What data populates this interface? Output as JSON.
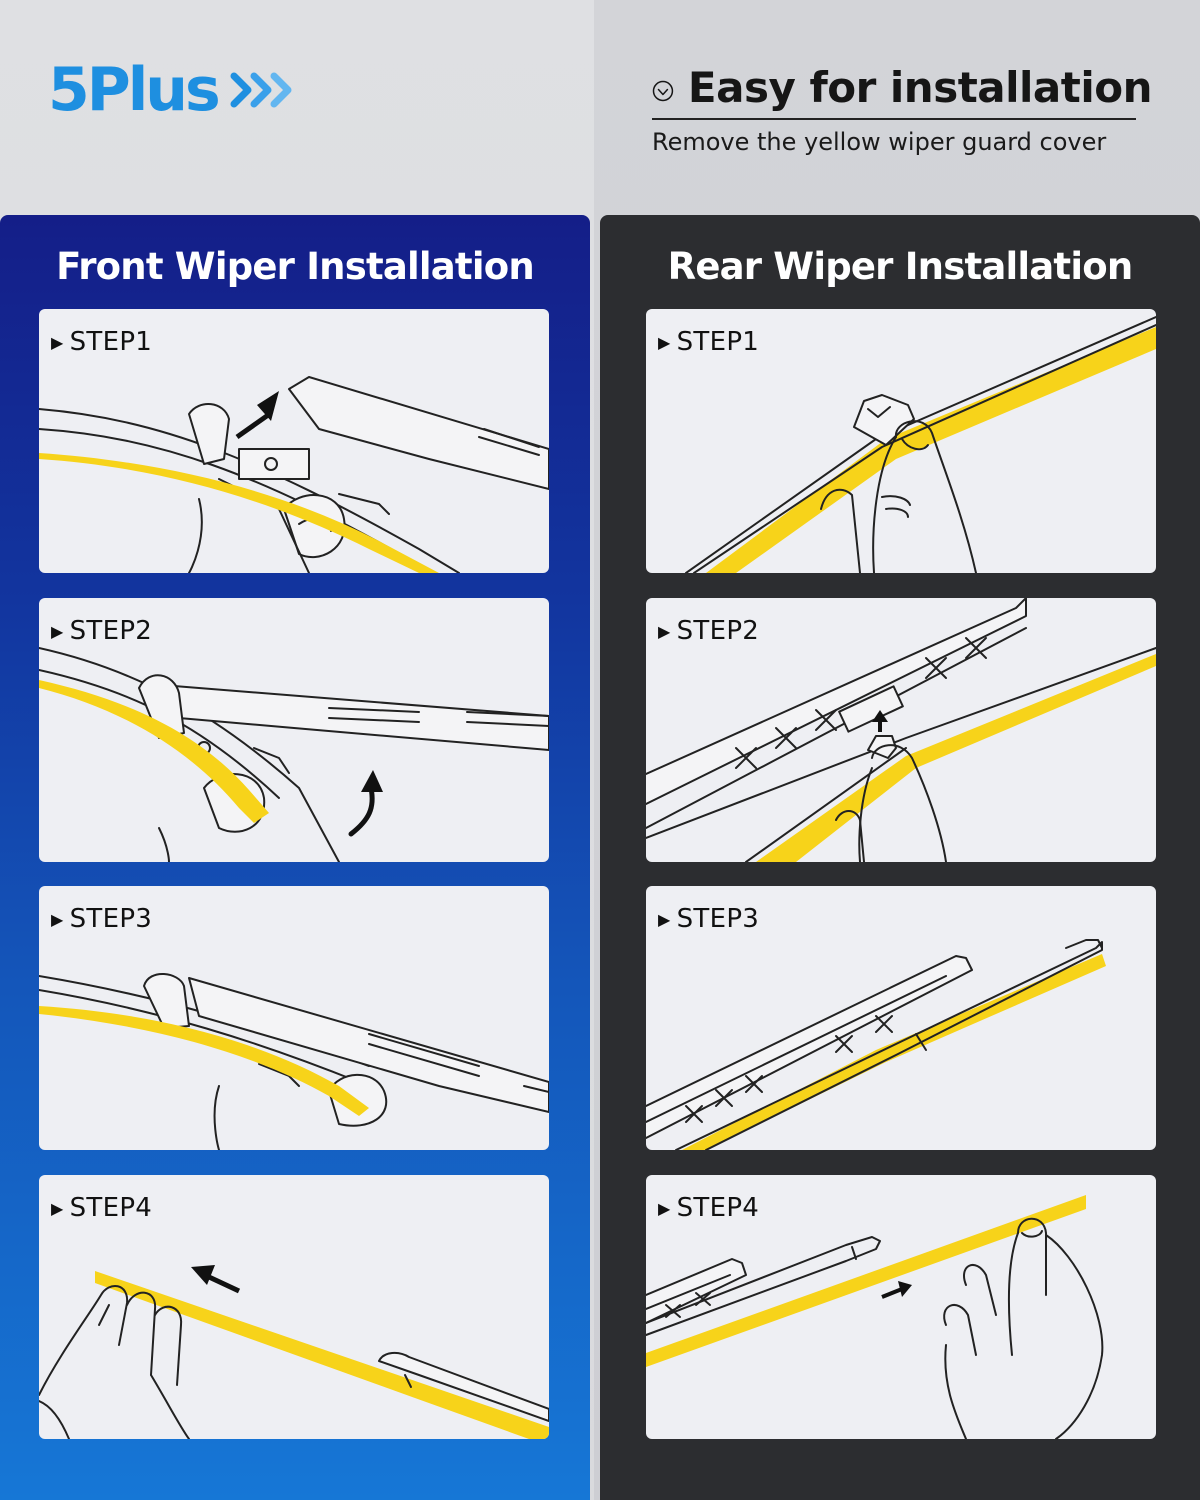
{
  "brand": {
    "name": "5Plus",
    "color": "#1e8fe0",
    "chevron_icon": "triple-chevron-right-icon"
  },
  "tagline": {
    "icon": "circle-check-icon",
    "title": "Easy for installation",
    "subtitle": "Remove the yellow wiper guard cover"
  },
  "colors": {
    "front_panel": "#1456ba",
    "rear_panel": "#2c2d30",
    "guard_yellow": "#f7d31a",
    "card_bg": "#eeeff3"
  },
  "front": {
    "title": "Front Wiper Installation",
    "steps": [
      {
        "label": "STEP1",
        "icon": "push-arrow-icon"
      },
      {
        "label": "STEP2",
        "icon": "rotate-up-arrow-icon"
      },
      {
        "label": "STEP3",
        "icon": ""
      },
      {
        "label": "STEP4",
        "icon": "pull-left-arrow-icon"
      }
    ]
  },
  "rear": {
    "title": "Rear Wiper Installation",
    "steps": [
      {
        "label": "STEP1",
        "icon": ""
      },
      {
        "label": "STEP2",
        "icon": "push-up-arrow-icon"
      },
      {
        "label": "STEP3",
        "icon": ""
      },
      {
        "label": "STEP4",
        "icon": "pull-right-arrow-icon"
      }
    ]
  }
}
